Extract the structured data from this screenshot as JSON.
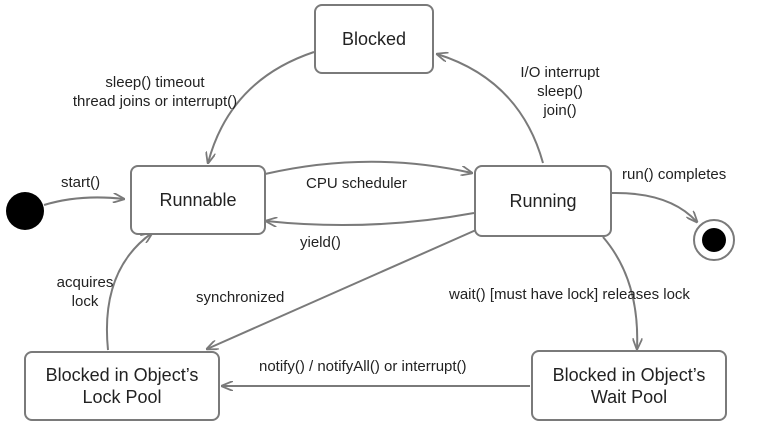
{
  "states": {
    "blocked": "Blocked",
    "runnable": "Runnable",
    "running": "Running",
    "lock_pool": "Blocked in Object’s Lock Pool",
    "wait_pool": "Blocked in Object’s Wait Pool"
  },
  "transitions": {
    "start": "start()",
    "to_runnable_from_blocked_1": "sleep() timeout",
    "to_runnable_from_blocked_2": "thread joins or interrupt()",
    "cpu_scheduler": "CPU scheduler",
    "yield": "yield()",
    "to_blocked_1": "I/O interrupt",
    "to_blocked_2": "sleep()",
    "to_blocked_3": "join()",
    "run_completes": "run() completes",
    "acquires_lock_1": "acquires",
    "acquires_lock_2": "lock",
    "synchronized": "synchronized",
    "wait": "wait() [must have lock] releases lock",
    "notify": "notify() / notifyAll() or interrupt()"
  }
}
